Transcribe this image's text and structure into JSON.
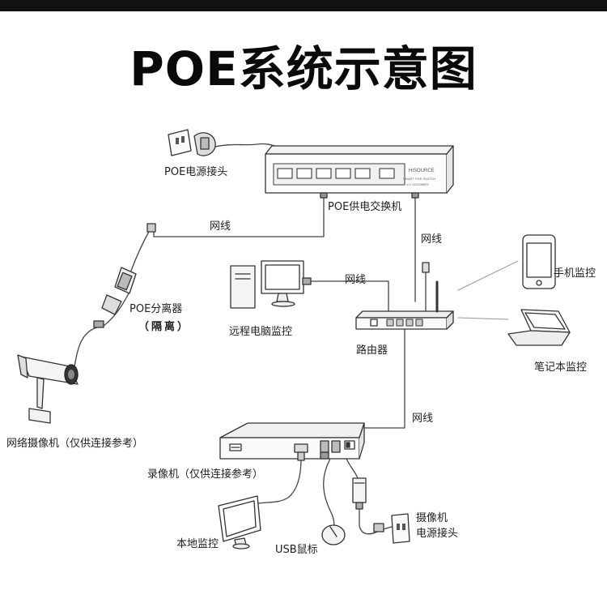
{
  "title": "POE系统示意图",
  "switch_device": {
    "brand": "HISOURCE",
    "model": "SMART POE SWITCH",
    "spec": "4+1 10/100MBPS"
  },
  "labels": {
    "poe_power_plug": "POE电源接头",
    "poe_switch": "POE供电交换机",
    "cable_top": "网线",
    "cable_router_switch": "网线",
    "cable_pc": "网线",
    "cable_nvr": "网线",
    "poe_splitter": "POE分离器",
    "isolated": "（隔离）",
    "remote_pc": "远程电脑监控",
    "router": "路由器",
    "phone": "手机监控",
    "laptop": "笔记本监控",
    "ip_camera": "网络摄像机（仅供连接参考）",
    "nvr": "录像机（仅供连接参考）",
    "local_monitor": "本地监控",
    "usb_mouse": "USB鼠标",
    "camera_power_line1": "摄像机",
    "camera_power_line2": "电源接头"
  },
  "colors": {
    "ink": "#222222",
    "title": "#0a0a0a",
    "bar": "#111111"
  }
}
